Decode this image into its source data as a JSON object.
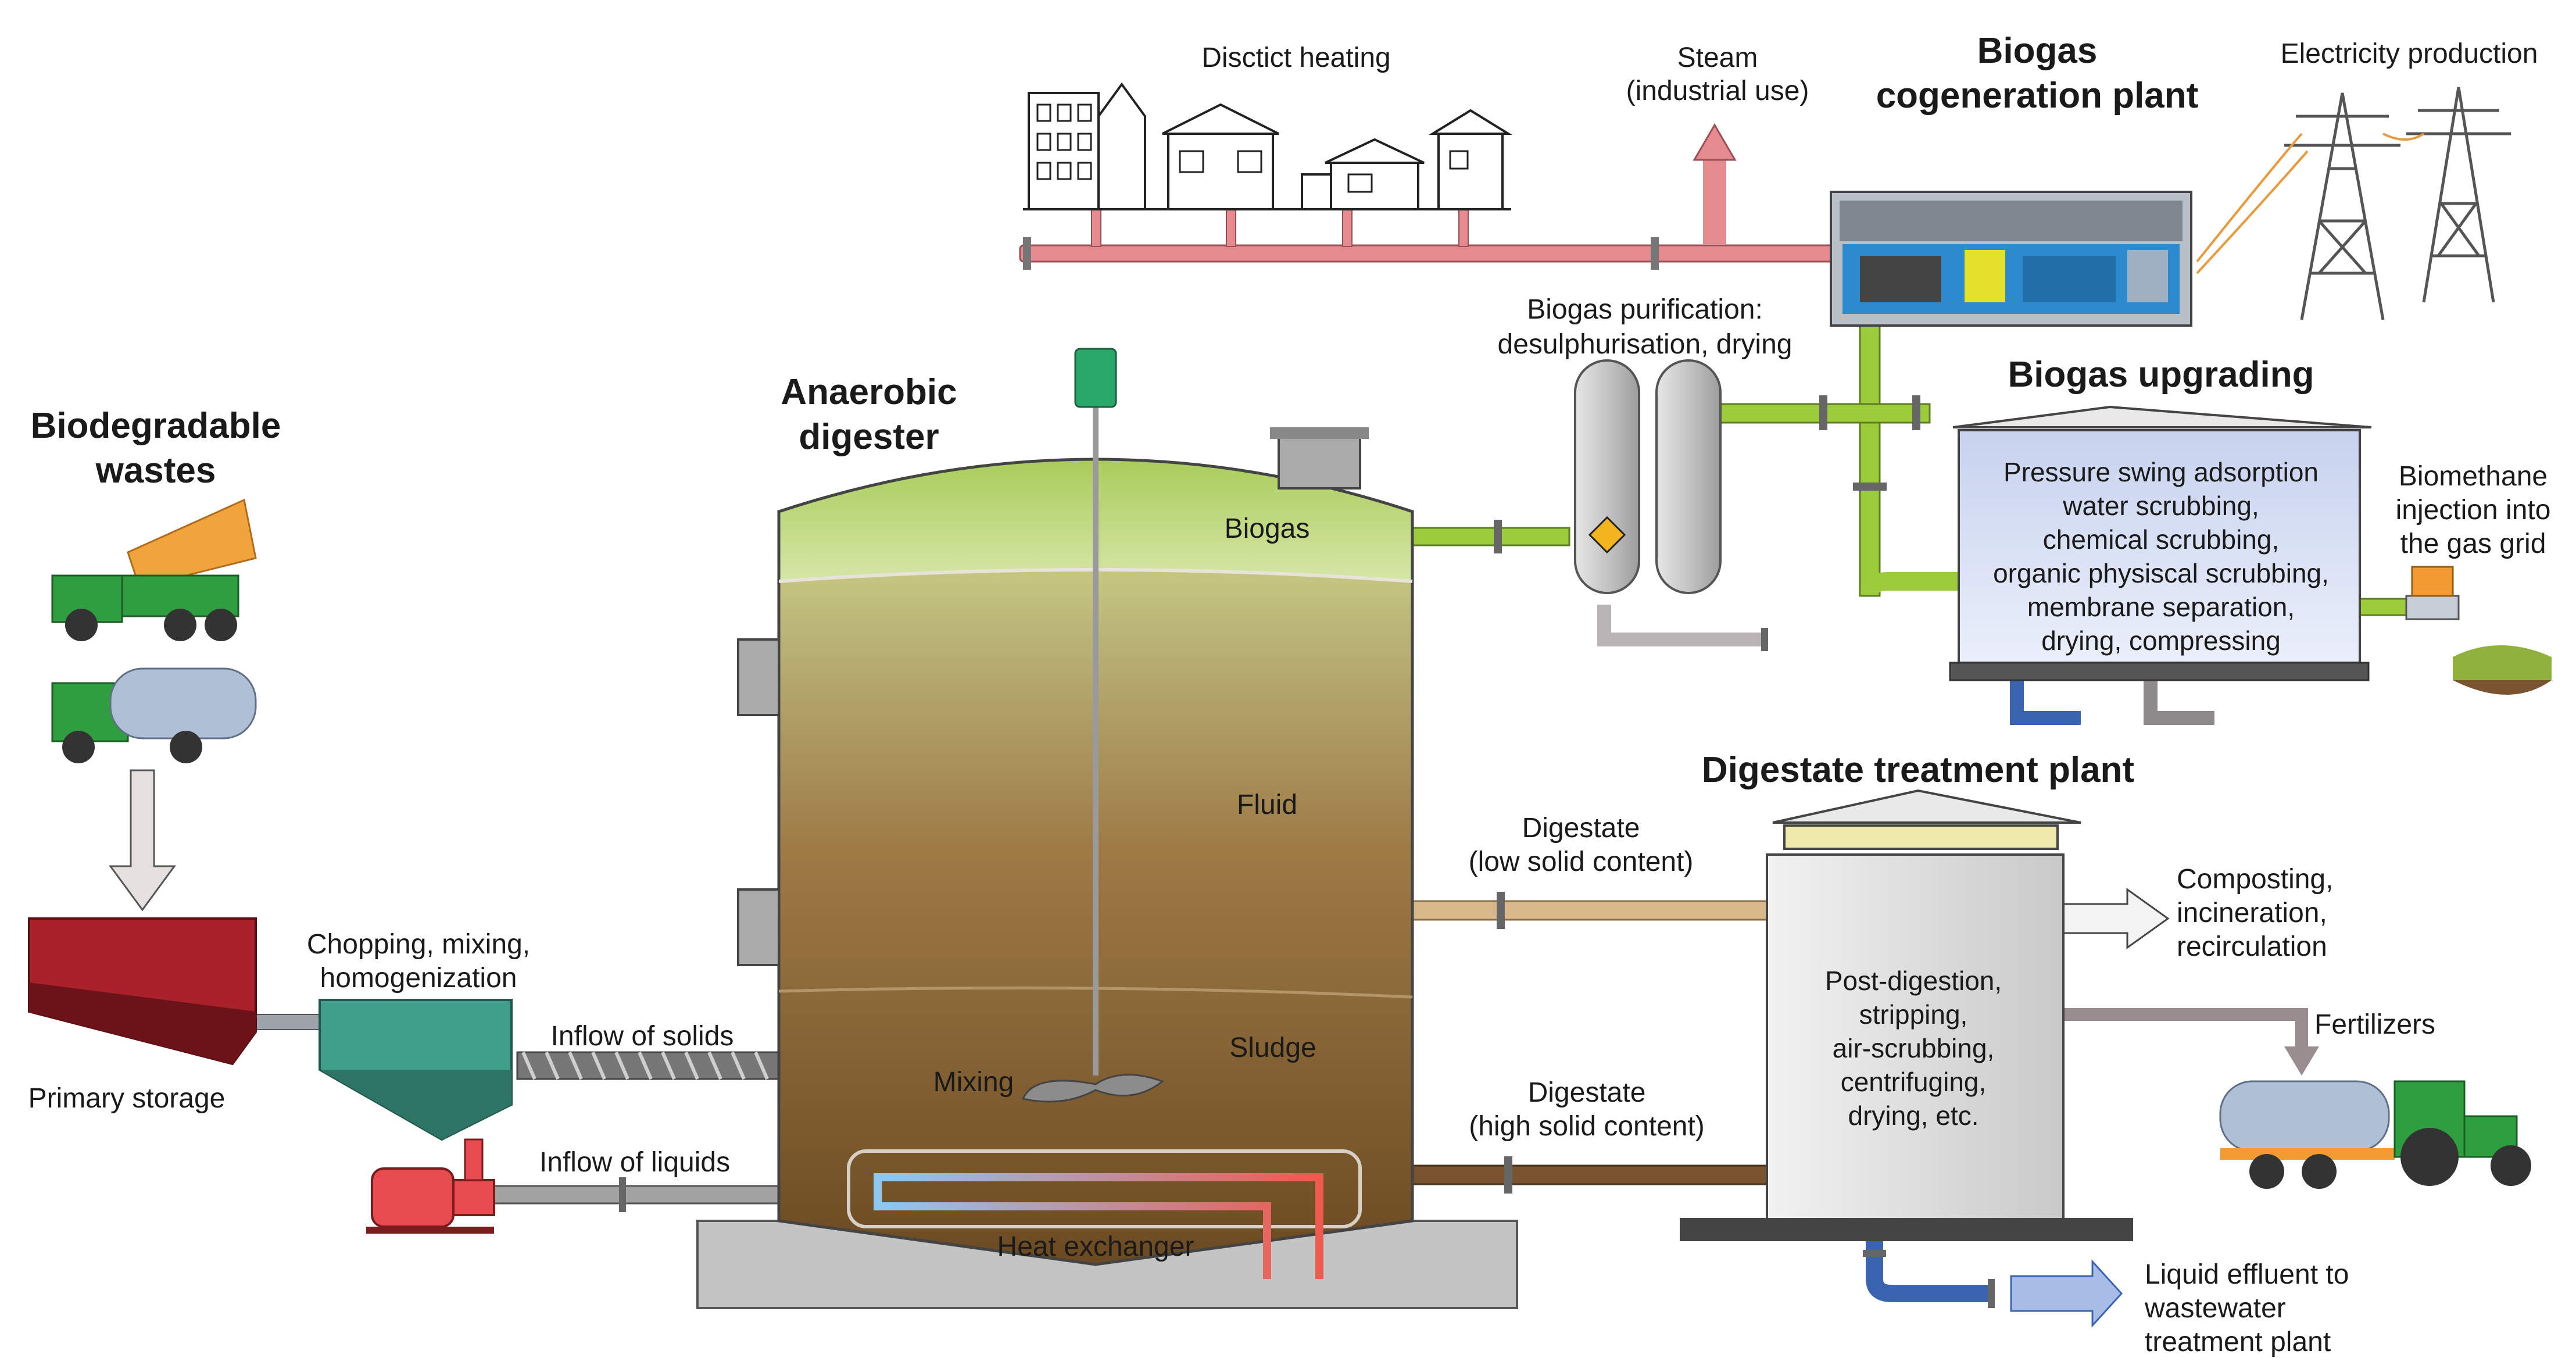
{
  "headings": {
    "biodegradable_wastes": [
      "Biodegradable",
      "wastes"
    ],
    "anaerobic_digester": [
      "Anaerobic",
      "digester"
    ],
    "biogas_cogeneration": [
      "Biogas",
      "cogeneration plant"
    ],
    "biogas_upgrading": "Biogas upgrading",
    "digestate_treatment": "Digestate treatment plant"
  },
  "labels": {
    "district_heating": "Disctict heating",
    "steam": [
      "Steam",
      "(industrial use)"
    ],
    "electricity": "Electricity production",
    "purification": [
      "Biogas purification:",
      "desulphurisation, drying"
    ],
    "biomethane": [
      "Biomethane",
      "injection into",
      "the gas grid"
    ],
    "primary_storage": "Primary storage",
    "chopping": [
      "Chopping, mixing,",
      "homogenization"
    ],
    "inflow_solids": "Inflow of solids",
    "inflow_liquids": "Inflow of liquids",
    "mixing": "Mixing",
    "heat_exchanger": "Heat exchanger",
    "digestate_low": [
      "Digestate",
      "(low solid content)"
    ],
    "digestate_high": [
      "Digestate",
      "(high solid content)"
    ],
    "composting": [
      "Composting,",
      "incineration,",
      "recirculation"
    ],
    "fertilizers": "Fertilizers",
    "liquid_effluent": [
      "Liquid effluent to",
      "wastewater",
      "treatment plant"
    ]
  },
  "digester_zones": {
    "biogas": "Biogas",
    "fluid": "Fluid",
    "sludge": "Sludge"
  },
  "upgrading_methods": [
    "Pressure swing adsorption",
    "water scrubbing,",
    "chemical scrubbing,",
    "organic physiscal scrubbing,",
    "membrane separation,",
    "drying, compressing"
  ],
  "treatment_steps": [
    "Post-digestion,",
    "stripping,",
    "air-scrubbing,",
    "centrifuging,",
    "drying, etc."
  ],
  "colors": {
    "biogas_pipe": "#9ccc3c",
    "heat_pipe": "#e58a8f",
    "digestate_low_pipe": "#d9b98a",
    "digestate_high_pipe": "#7a5430",
    "storage_red": "#a8212b",
    "hopper_teal": "#3f9f8b",
    "blue_pipe": "#3a64b0",
    "grey_pipe": "#8e8a8c"
  }
}
